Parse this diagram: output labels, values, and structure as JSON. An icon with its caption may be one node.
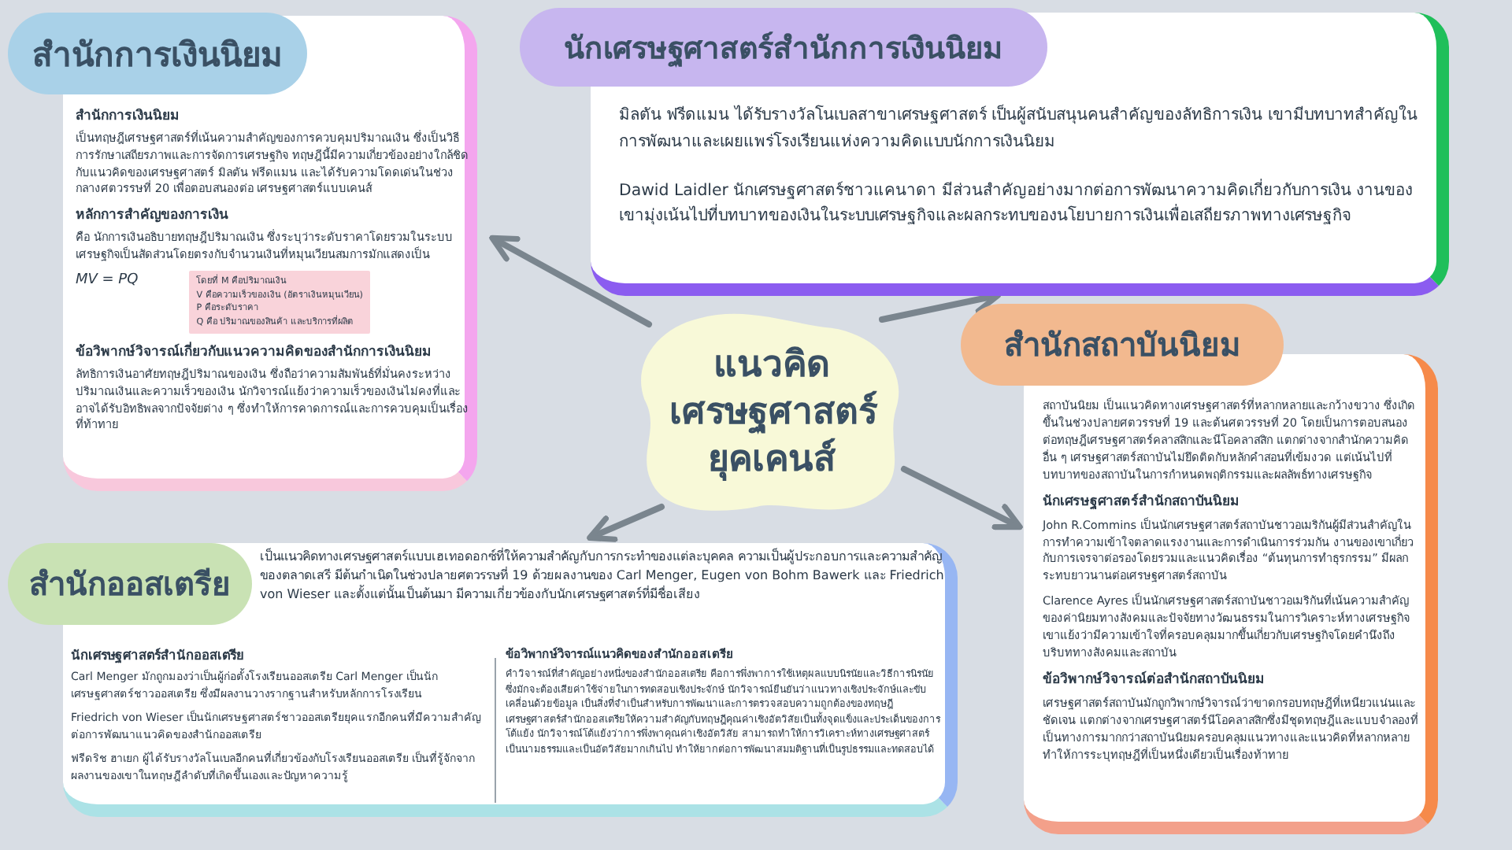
{
  "diagram": {
    "nodes": [
      {
        "text": [
          "สำนักการเงินนิยม",
          "สำนักการเงินนิยม",
          "เป็นทฤษฎีเศรษฐศาสตร์ที่เน้นความสำคัญของการควบคุมปริมาณเงิน ซึ่งเป็นวิธีการรักษาเสถียรภาพและการจัดการเศรษฐกิจ ทฤษฎีนี้มีความเกี่ยวข้องอย่างใกล้ชิดกับแนวคิดของเศรษฐศาสตร์ มิลตัน ฟรีดแมน และได้รับความโดดเด่นในช่วงกลางศตวรรษที่ 20 เพื่อตอบสนองต่อ เศรษฐศาสตร์แบบเคนส์",
          "หลักการสำคัญของการเงิน",
          "คือ นักการเงินอธิบายทฤษฎีปริมาณเงิน ซึ่งระบุว่าระดับราคาโดยรวมในระบบเศรษฐกิจเป็นสัดส่วนโดยตรงกับจำนวนเงินที่หมุนเวียนสมการมักแสดงเป็น",
          "MV = PQ",
          "ข้อวิพากษ์วิจารณ์เกี่ยวกับแนวความคิดของสำนักการเงินนิยม",
          "ลัทธิการเงินอาศัยทฤษฎีปริมาณของเงิน ซึ่งถือว่าความสัมพันธ์ที่มั่นคงระหว่างปริมาณเงินและความเร็วของเงิน นักวิจารณ์แย้งว่าความเร็วของเงินไม่คงที่และอาจได้รับอิทธิพลจากปัจจัยต่าง ๆ ซึ่งทำให้การคาดการณ์และการควบคุมเป็นเรื่องที่ท้าทาย"
        ]
      },
      {
        "text": [
          "โดยที่ M คือปริมาณเงิน",
          "V คือความเร็วของเงิน (อัตราเงินหมุนเวียน)",
          "P คือระดับราคา",
          "Q คือ ปริมาณของสินค้า และบริการที่ผลิต"
        ],
        "in": 0
      },
      {
        "text": [
          "นักเศรษฐศาสตร์สำนักการเงินนิยม",
          "มิลตัน ฟรีดแมน ได้รับรางวัลโนเบลสาขาเศรษฐศาสตร์ เป็นผู้สนับสนุนคนสำคัญของลัทธิการเงิน เขามีบทบาทสำคัญในการพัฒนาและเผยแพร่โรงเรียนแห่งความคิดแบบนักการเงินนิยม",
          "Dawid Laidler นักเศรษฐศาสตร์ชาวแคนาดา มีส่วนสำคัญอย่างมากต่อการพัฒนาความคิดเกี่ยวกับการเงิน งานของเขามุ่งเน้นไปที่บทบาทของเงินในระบบเศรษฐกิจและผลกระทบของนโยบายการเงินเพื่อเสถียรภาพทางเศรษฐกิจ"
        ]
      },
      {
        "text": [
          "แนวคิดเศรษฐศาสตร์ยุคเคนส์"
        ]
      },
      {
        "text": [
          "สำนักสถาบันนิยม",
          "สถาบันนิยม เป็นแนวคิดทางเศรษฐศาสตร์ที่หลากหลายและกว้างขวาง ซึ่งเกิดขึ้นในช่วงปลายศตวรรษที่ 19 และต้นศตวรรษที่ 20 โดยเป็นการตอบสนองต่อทฤษฎีเศรษฐศาสตร์คลาสสิกและนีโอคลาสสิก แตกต่างจากสำนักความคิดอื่น ๆ เศรษฐศาสตร์สถาบันไม่ยึดติดกับหลักคำสอนที่เข้มงวด แต่เน้นไปที่บทบาทของสถาบันในการกำหนดพฤติกรรมและผลลัพธ์ทางเศรษฐกิจ",
          "นักเศรษฐศาสตร์สำนักสถาบันนิยม",
          "John R.Commins เป็นนักเศรษฐศาสตร์สถาบันชาวอเมริกันผู้มีส่วนสำคัญในการทำความเข้าใจตลาดแรงงานและการดำเนินการร่วมกัน งานของเขาเกี่ยวกับการเจรจาต่อรองโดยรวมและแนวคิดเรื่อง “ต้นทุนการทำธุรกรรม” มีผลกระทบยาวนานต่อเศรษฐศาสตร์สถาบัน",
          "Clarence Ayres เป็นนักเศรษฐศาสตร์สถาบันชาวอเมริกันที่เน้นความสำคัญของค่านิยมทางสังคมและปัจจัยทางวัฒนธรรมในการวิเคราะห์ทางเศรษฐกิจ เขาแย้งว่ามีความเข้าใจที่ครอบคลุมมากขึ้นเกี่ยวกับเศรษฐกิจโดยคำนึงถึงบริบททางสังคมและสถาบัน",
          "ข้อวิพากษ์วิจารณ์ต่อสำนักสถาบันนิยม",
          "เศรษฐศาสตร์สถาบันมักถูกวิพากษ์วิจารณ์ว่าขาดกรอบทฤษฎีที่เหนียวแน่นและชัดเจน แตกต่างจากเศรษฐศาสตร์นีโอคลาสสิกซึ่งมีชุดทฤษฎีและแบบจำลองที่เป็นทางการมากกว่าสถาบันนิยมครอบคลุมแนวทางและแนวคิดที่หลากหลายทำให้การระบุทฤษฎีที่เป็นหนึ่งเดียวเป็นเรื่องท้าทาย"
        ]
      },
      {
        "text": [
          "สำนักออสเตรีย",
          "เป็นแนวคิดทางเศรษฐศาสตร์แบบเฮเทอดอกซ์ที่ให้ความสำคัญกับการกระทำของแต่ละบุคคล ความเป็นผู้ประกอบการและความสำคัญของตลาดเสรี มีต้นกำเนิดในช่วงปลายศตวรรษที่ 19 ด้วยผลงานของ Carl Menger, Eugen von Bohm Bawerk และ Friedrich von Wieser และตั้งแต่นั้นเป็นต้นมา มีความเกี่ยวข้องกับนักเศรษฐศาสตร์ที่มีชื่อเสียง",
          "นักเศรษฐศาสตร์สำนักออสเตรีย",
          "Carl Menger มักถูกมองว่าเป็นผู้ก่อตั้งโรงเรียนออสเตรีย Carl Menger เป็นนักเศรษฐศาสตร์ชาวออสเตรีย ซึ่งมีผลงานวางรากฐานสำหรับหลักการโรงเรียน",
          "Friedrich von Wieser เป็นนักเศรษฐศาสตร์ชาวออสเตรียยุคแรกอีกคนที่มีความสำคัญต่อการพัฒนาแนวคิดของสำนักออสเตรีย",
          "ฟรีดริช ฮาเยก ผู้ได้รับรางวัลโนเบลอีกคนที่เกี่ยวข้องกับโรงเรียนออสเตรีย เป็นที่รู้จักจากผลงานของเขาในทฤษฎีลำดับที่เกิดขึ้นเองและปัญหาความรู้",
          "ข้อวิพากษ์วิจารณ์แนวคิดของสำนักออสเตรีย",
          "คำวิจารณ์ที่สำคัญอย่างหนึ่งของสำนักออสเตรีย คือการพึ่งพาการใช้เหตุผลแบบนิรนัยและวิธีการนิรนัย ซึ่งมักจะต้องเสียค่าใช้จ่ายในการทดสอบเชิงประจักษ์ นักวิจารณ์ยืนยันว่าแนวทางเชิงประจักษ์และขับเคลื่อนด้วยข้อมูล เป็นสิ่งที่จำเป็นสำหรับการพัฒนาและการตรวจสอบความถูกต้องของทฤษฎีเศรษฐศาสตร์สำนักออสเตรียให้ความสำคัญกับทฤษฎีคุณค่าเชิงอัตวิสัยเป็นทั้งจุดแข็งและประเด็นของการโต้แย้ง นักวิจารณ์โต้แย้งว่าการพึ่งพาคุณค่าเชิงอัตวิสัย สามารถทำให้การวิเคราะห์ทางเศรษฐศาสตร์เป็นนามธรรมและเป็นอัตวิสัยมากเกินไป ทำให้ยากต่อการพัฒนาสมมติฐานที่เป็นรูปธรรมและทดสอบได้"
        ]
      }
    ],
    "edges": [
      {
        "from": 3,
        "to": 0,
        "arrow": "to"
      },
      {
        "from": 3,
        "to": 2,
        "arrow": "to"
      },
      {
        "from": 3,
        "to": 4,
        "arrow": "to"
      },
      {
        "from": 3,
        "to": 5,
        "arrow": "to"
      }
    ]
  }
}
